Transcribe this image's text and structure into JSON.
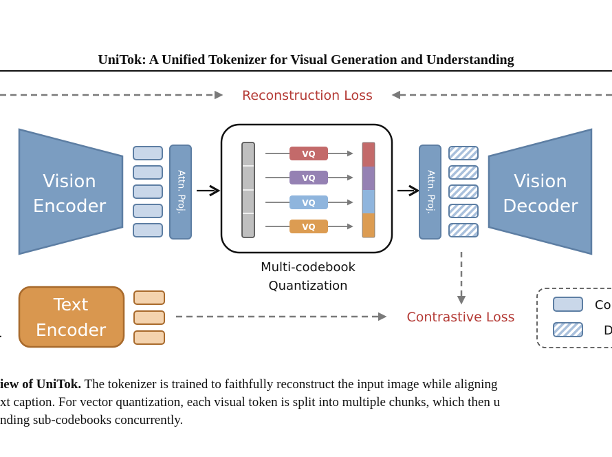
{
  "header": {
    "title": "UniTok: A Unified Tokenizer for Visual Generation and Understanding"
  },
  "figure": {
    "reconstruction_loss": "Reconstruction Loss",
    "vision_encoder": [
      "Vision",
      "Encoder"
    ],
    "vision_decoder": [
      "Vision",
      "Decoder"
    ],
    "attn_proj": "Attn. Proj.",
    "vq_label": "VQ",
    "mcq_label": [
      "Multi-codebook",
      "Quantization"
    ],
    "text_encoder": [
      "Text",
      "Encoder"
    ],
    "contrastive_loss": "Contrastive Loss",
    "legend": [
      "Co",
      "D"
    ],
    "left_mark": "."
  },
  "caption": {
    "line1_bold": "iew of UniTok.",
    "line1_rest": " The tokenizer is trained to faithfully reconstruct the input image while aligning",
    "line2": "xt caption. For vector quantization, each visual token is split into multiple chunks, which then u",
    "line3": "nding sub-codebooks concurrently."
  },
  "colors": {
    "blue_fill": "#7b9dc1",
    "blue_light": "#c9d7e9",
    "blue_stroke": "#5d7ea3",
    "orange_fill": "#d9974f",
    "orange_light": "#f4d3ae",
    "red_text": "#b43a35",
    "vq_red": "#c36a6a",
    "vq_purple": "#9581b3",
    "vq_blue": "#8fb5dd",
    "vq_orange": "#dc9c52"
  }
}
